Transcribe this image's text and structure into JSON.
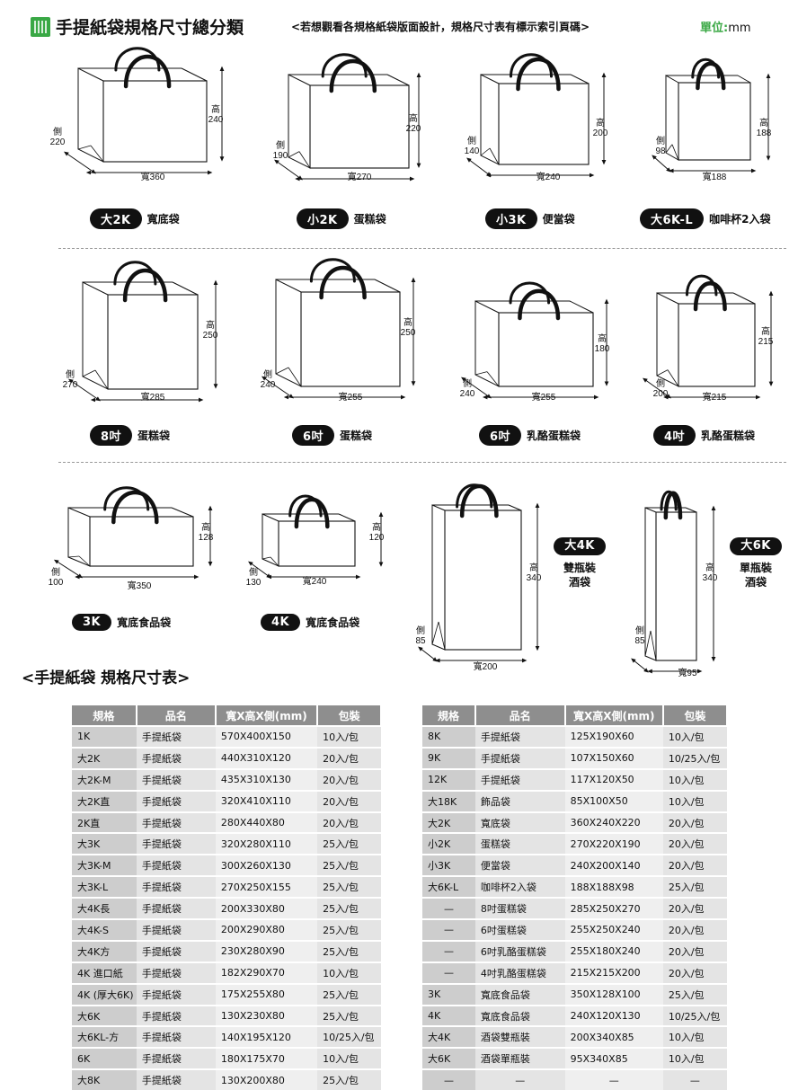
{
  "header": {
    "title": "手提紙袋規格尺寸總分類",
    "note": "<若想觀看各規格紙袋版面設計，規格尺寸表有標示索引頁碼>",
    "unit_label": "單位:",
    "unit_value": "mm"
  },
  "bags": [
    {
      "code": "大2K",
      "name": "寬底袋",
      "w": "寬360",
      "h": "高\n240",
      "d": "側\n220"
    },
    {
      "code": "小2K",
      "name": "蛋糕袋",
      "w": "寬270",
      "h": "高\n220",
      "d": "側\n190"
    },
    {
      "code": "小3K",
      "name": "便當袋",
      "w": "寬240",
      "h": "高\n200",
      "d": "側\n140"
    },
    {
      "code": "大6K-L",
      "name": "咖啡杯2入袋",
      "w": "寬188",
      "h": "高\n188",
      "d": "側\n98"
    },
    {
      "code": "8吋",
      "name": "蛋糕袋",
      "w": "寬285",
      "h": "高\n250",
      "d": "側\n270"
    },
    {
      "code": "6吋",
      "name": "蛋糕袋",
      "w": "寬255",
      "h": "高\n250",
      "d": "側\n240"
    },
    {
      "code": "6吋",
      "name": "乳酪蛋糕袋",
      "w": "寬255",
      "h": "高\n180",
      "d": "側\n240"
    },
    {
      "code": "4吋",
      "name": "乳酪蛋糕袋",
      "w": "寬215",
      "h": "高\n215",
      "d": "側\n200"
    },
    {
      "code": "3K",
      "name": "寬底食品袋",
      "w": "寬350",
      "h": "高\n128",
      "d": "側\n100"
    },
    {
      "code": "4K",
      "name": "寬底食品袋",
      "w": "寬240",
      "h": "高\n120",
      "d": "側\n130"
    },
    {
      "code": "大4K",
      "name": "雙瓶裝\n酒袋",
      "w": "寬200",
      "h": "高\n340",
      "d": "側\n85"
    },
    {
      "code": "大6K",
      "name": "單瓶裝\n酒袋",
      "w": "寬95",
      "h": "高\n340",
      "d": "側\n85"
    }
  ],
  "table_title": "<手提紙袋 規格尺寸表>",
  "columns": [
    "規格",
    "品名",
    "寬X高X側(mm)",
    "包裝"
  ],
  "left_rows": [
    [
      "1K",
      "手提紙袋",
      "570X400X150",
      "10入/包"
    ],
    [
      "大2K",
      "手提紙袋",
      "440X310X120",
      "20入/包"
    ],
    [
      "大2K-M",
      "手提紙袋",
      "435X310X130",
      "20入/包"
    ],
    [
      "大2K直",
      "手提紙袋",
      "320X410X110",
      "20入/包"
    ],
    [
      "2K直",
      "手提紙袋",
      "280X440X80",
      "20入/包"
    ],
    [
      "大3K",
      "手提紙袋",
      "320X280X110",
      "25入/包"
    ],
    [
      "大3K-M",
      "手提紙袋",
      "300X260X130",
      "25入/包"
    ],
    [
      "大3K-L",
      "手提紙袋",
      "270X250X155",
      "25入/包"
    ],
    [
      "大4K長",
      "手提紙袋",
      "200X330X80",
      "25入/包"
    ],
    [
      "大4K-S",
      "手提紙袋",
      "200X290X80",
      "25入/包"
    ],
    [
      "大4K方",
      "手提紙袋",
      "230X280X90",
      "25入/包"
    ],
    [
      "4K 進口紙",
      "手提紙袋",
      "182X290X70",
      "10入/包"
    ],
    [
      "4K (厚大6K)",
      "手提紙袋",
      "175X255X80",
      "25入/包"
    ],
    [
      "大6K",
      "手提紙袋",
      "130X230X80",
      "25入/包"
    ],
    [
      "大6KL-方",
      "手提紙袋",
      "140X195X120",
      "10/25入/包"
    ],
    [
      "6K",
      "手提紙袋",
      "180X175X70",
      "10入/包"
    ],
    [
      "大8K",
      "手提紙袋",
      "130X200X80",
      "25入/包"
    ]
  ],
  "right_rows": [
    [
      "8K",
      "手提紙袋",
      "125X190X60",
      "10入/包"
    ],
    [
      "9K",
      "手提紙袋",
      "107X150X60",
      "10/25入/包"
    ],
    [
      "12K",
      "手提紙袋",
      "117X120X50",
      "10入/包"
    ],
    [
      "大18K",
      "飾品袋",
      "85X100X50",
      "10入/包"
    ],
    [
      "大2K",
      "寬底袋",
      "360X240X220",
      "20入/包"
    ],
    [
      "小2K",
      "蛋糕袋",
      "270X220X190",
      "20入/包"
    ],
    [
      "小3K",
      "便當袋",
      "240X200X140",
      "20入/包"
    ],
    [
      "大6K-L",
      "咖啡杯2入袋",
      "188X188X98",
      "25入/包"
    ],
    [
      "—",
      "8吋蛋糕袋",
      "285X250X270",
      "20入/包"
    ],
    [
      "—",
      "6吋蛋糕袋",
      "255X250X240",
      "20入/包"
    ],
    [
      "—",
      "6吋乳酪蛋糕袋",
      "255X180X240",
      "20入/包"
    ],
    [
      "—",
      "4吋乳酪蛋糕袋",
      "215X215X200",
      "20入/包"
    ],
    [
      "3K",
      "寬底食品袋",
      "350X128X100",
      "25入/包"
    ],
    [
      "4K",
      "寬底食品袋",
      "240X120X130",
      "10/25入/包"
    ],
    [
      "大4K",
      "酒袋雙瓶裝",
      "200X340X85",
      "10入/包"
    ],
    [
      "大6K",
      "酒袋單瓶裝",
      "95X340X85",
      "10入/包"
    ],
    [
      "—",
      "—",
      "—",
      "—"
    ]
  ],
  "colors": {
    "accent": "#3aa844",
    "header_gray": "#8e8e8e"
  }
}
